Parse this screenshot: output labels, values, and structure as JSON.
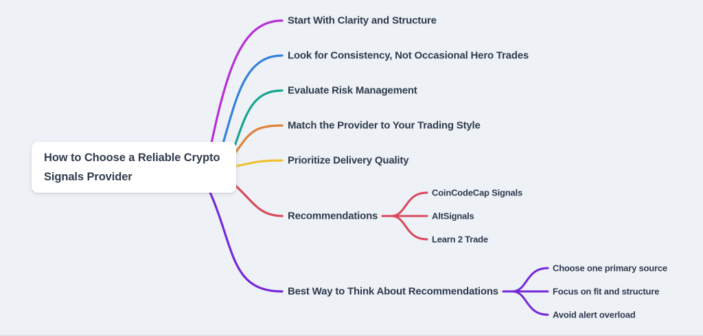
{
  "root": {
    "label": "How to Choose a Reliable Crypto Signals Provider"
  },
  "branches": [
    {
      "id": "clarity",
      "label": "Start With Clarity and Structure",
      "color": "#b62fd4",
      "children": []
    },
    {
      "id": "consistency",
      "label": "Look for Consistency, Not Occasional Hero Trades",
      "color": "#3480dd",
      "children": []
    },
    {
      "id": "risk",
      "label": "Evaluate Risk Management",
      "color": "#16a58f",
      "children": []
    },
    {
      "id": "trading-style",
      "label": "Match the Provider to Your Trading Style",
      "color": "#e08138",
      "children": []
    },
    {
      "id": "delivery",
      "label": "Prioritize Delivery Quality",
      "color": "#edc233",
      "children": []
    },
    {
      "id": "recommendations",
      "label": "Recommendations",
      "color": "#d9495b",
      "children": [
        "CoinCodeCap Signals",
        "AltSignals",
        "Learn 2 Trade"
      ]
    },
    {
      "id": "best-way",
      "label": "Best Way to Think About Recommendations",
      "color": "#7427d8",
      "children": [
        "Choose one primary source",
        "Focus on fit and structure",
        "Avoid alert overload"
      ]
    }
  ],
  "colors": {
    "background": "#eef1f6",
    "node_background": "#ffffff",
    "text": "#2f3b4e"
  }
}
